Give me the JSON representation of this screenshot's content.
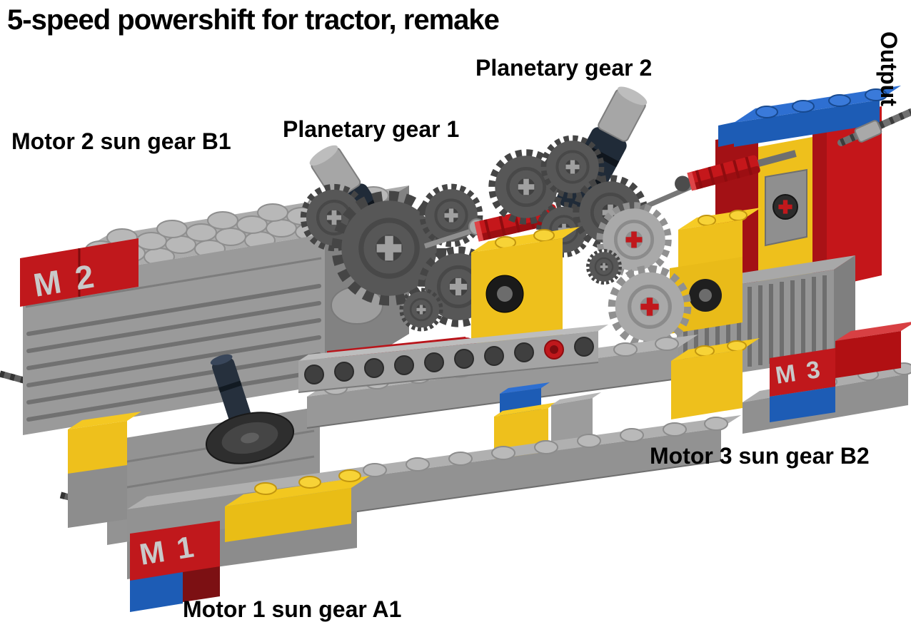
{
  "title": "5-speed powershift for tractor, remake",
  "labels": {
    "motor_2": "Motor 2 sun gear B1",
    "planetary_1": "Planetary gear 1",
    "planetary_2": "Planetary gear 2",
    "output": "Output",
    "motor_3": "Motor 3 sun gear B2",
    "motor_1": "Motor 1 sun gear A1"
  },
  "badges": {
    "m1": "M 1",
    "m2": "M 2",
    "m3": "M 3"
  },
  "colors": {
    "red": "#c0181c",
    "dark_red": "#8e0c0f",
    "yellow": "#eec01c",
    "blue": "#1d5cb5",
    "light_gray": "#a8a8a8",
    "gray": "#989898",
    "gear_dark": "#555555",
    "navy": "#1e2a36",
    "background": "#ffffff"
  }
}
